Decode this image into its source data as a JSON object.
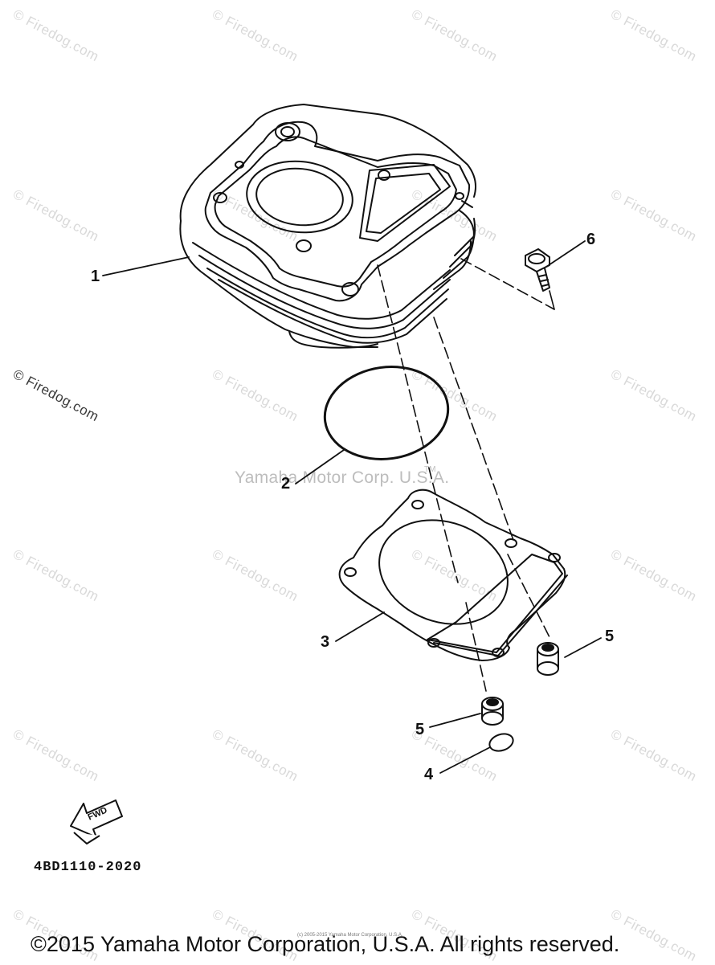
{
  "watermarks": {
    "site_text": "© Firedog.com",
    "publisher_text": "Yamaha Motor Corp. U.S.A.",
    "trademark": "TM"
  },
  "callouts": {
    "c1": "1",
    "c2": "2",
    "c3": "3",
    "c4": "4",
    "c5a": "5",
    "c5b": "5",
    "c6": "6"
  },
  "fwd_label": "FWD",
  "diagram_code": "4BD1110-2020",
  "small_copyright": "(c) 2005-2015 Yamaha Motor Corporation, U.S.A.",
  "copyright": "©2015 Yamaha Motor Corporation, U.S.A. All rights reserved.",
  "colors": {
    "line": "#111111",
    "watermark": "#d9d9d9"
  }
}
